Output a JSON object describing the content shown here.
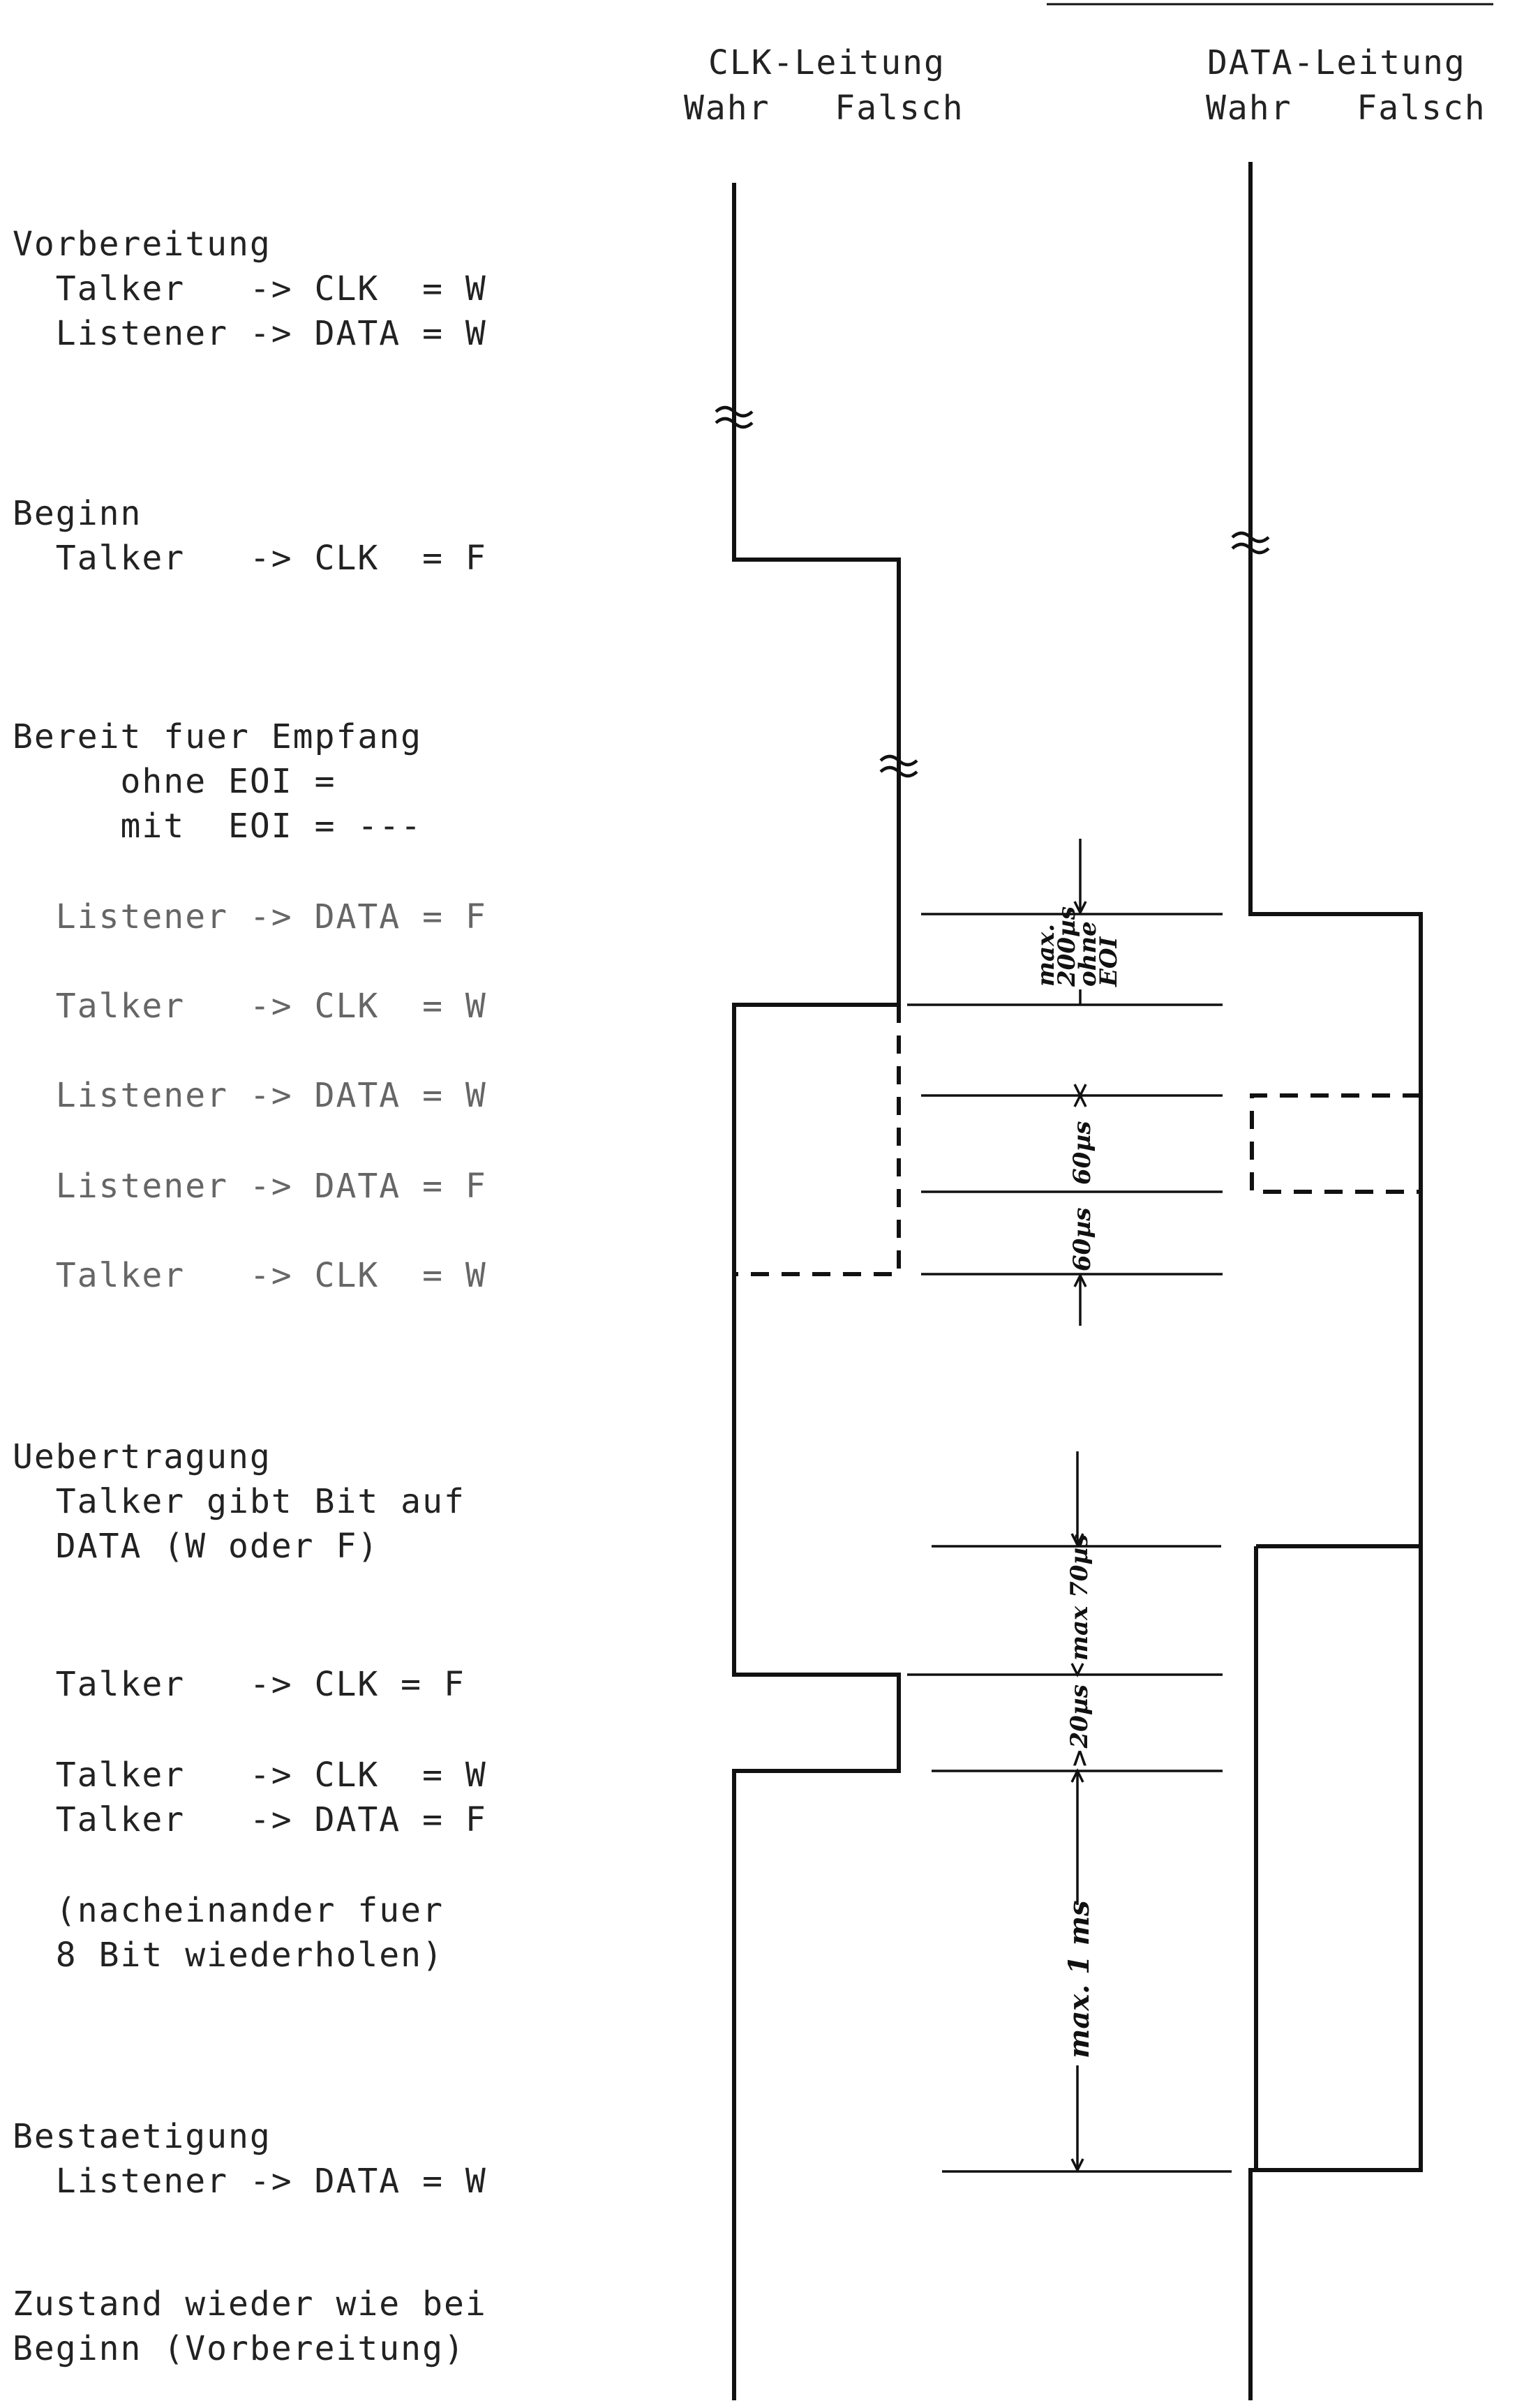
{
  "header": {
    "clk_title": "CLK-Leitung",
    "clk_states": "Wahr   Falsch",
    "data_title": "DATA-Leitung",
    "data_states": "Wahr   Falsch"
  },
  "steps": [
    {
      "lines": [
        "Vorbereitung",
        "  Talker   -> CLK  = W",
        "  Listener -> DATA = W"
      ]
    },
    {
      "lines": [
        "Beginn",
        "  Talker   -> CLK  = F"
      ]
    },
    {
      "lines": [
        "Bereit fuer Empfang",
        "     ohne EOI =",
        "     mit  EOI = ---"
      ]
    },
    {
      "lines": [
        "  Listener -> DATA = F"
      ]
    },
    {
      "lines": [
        "  Talker   -> CLK  = W"
      ]
    },
    {
      "lines": [
        "  Listener -> DATA = W"
      ]
    },
    {
      "lines": [
        "  Listener -> DATA = F"
      ]
    },
    {
      "lines": [
        "  Talker   -> CLK  = W"
      ]
    },
    {
      "lines": [
        "Uebertragung",
        "  Talker gibt Bit auf",
        "  DATA (W oder F)"
      ]
    },
    {
      "lines": [
        "  Talker   -> CLK = F"
      ]
    },
    {
      "lines": [
        "  Talker   -> CLK  = W",
        "  Talker   -> DATA = F"
      ]
    },
    {
      "lines": [
        "  (nacheinander fuer",
        "  8 Bit wiederholen)"
      ]
    },
    {
      "lines": [
        "Bestaetigung",
        "  Listener -> DATA = W"
      ]
    },
    {
      "lines": [
        "Zustand wieder wie bei",
        "Beginn (Vorbereitung)"
      ]
    }
  ],
  "timing_labels": {
    "max_200us": "max.",
    "max_200us_2": "200µs",
    "ohne": "ohne",
    "eoi": "EOI",
    "t60a": "60µs",
    "t60b": "60µs",
    "max_70us": "max 70µs",
    "min_20us": ">20µs",
    "max_1ms": "max. 1 ms"
  }
}
